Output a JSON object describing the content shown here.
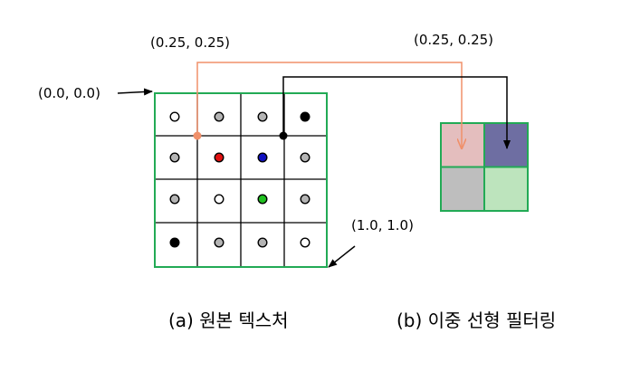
{
  "labels": {
    "origin": "(0.0, 0.0)",
    "end": "(1.0, 1.0)",
    "sample_a": "(0.25, 0.25)",
    "sample_b": "(0.25, 0.25)"
  },
  "captions": {
    "a": "(a) 원본 텍스처",
    "b": "(b) 이중 선형 필터링"
  },
  "colors": {
    "grid_border": "#22aa55",
    "grid_lines": "#000000",
    "orange_path": "#f0906a",
    "black_path": "#000000",
    "red_texel": "#e01010",
    "blue_texel": "#1010c0",
    "green_texel": "#20c020",
    "gray_texel": "#b4b4b4",
    "white_texel": "#ffffff",
    "black_texel": "#000000"
  },
  "source_texels": [
    [
      "white",
      "gray",
      "gray",
      "black"
    ],
    [
      "gray",
      "red",
      "blue",
      "gray"
    ],
    [
      "gray",
      "white",
      "green",
      "gray"
    ],
    [
      "black",
      "gray",
      "gray",
      "white"
    ]
  ],
  "filtered_cells": [
    [
      "#e4bebe",
      "#6e6ea2"
    ],
    [
      "#bebebe",
      "#bde4bd"
    ]
  ]
}
